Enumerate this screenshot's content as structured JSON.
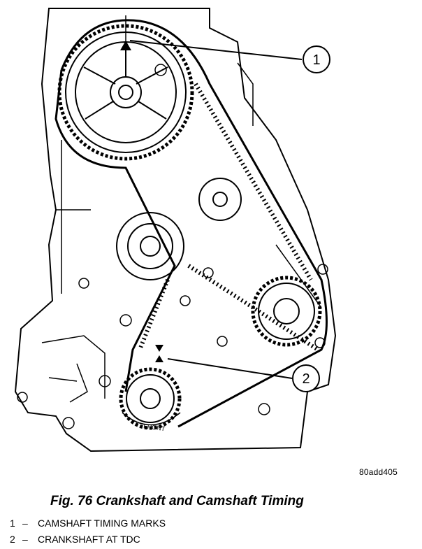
{
  "figure": {
    "code": "80add405",
    "caption": "Fig. 76 Crankshaft and Camshaft Timing",
    "callouts": [
      "1",
      "2"
    ],
    "legend": [
      {
        "num": "1",
        "sep": "–",
        "label": "CAMSHAFT TIMING MARKS"
      },
      {
        "num": "2",
        "sep": "–",
        "label": "CRANKSHAFT AT TDC"
      }
    ],
    "front_label": "FRONT"
  }
}
